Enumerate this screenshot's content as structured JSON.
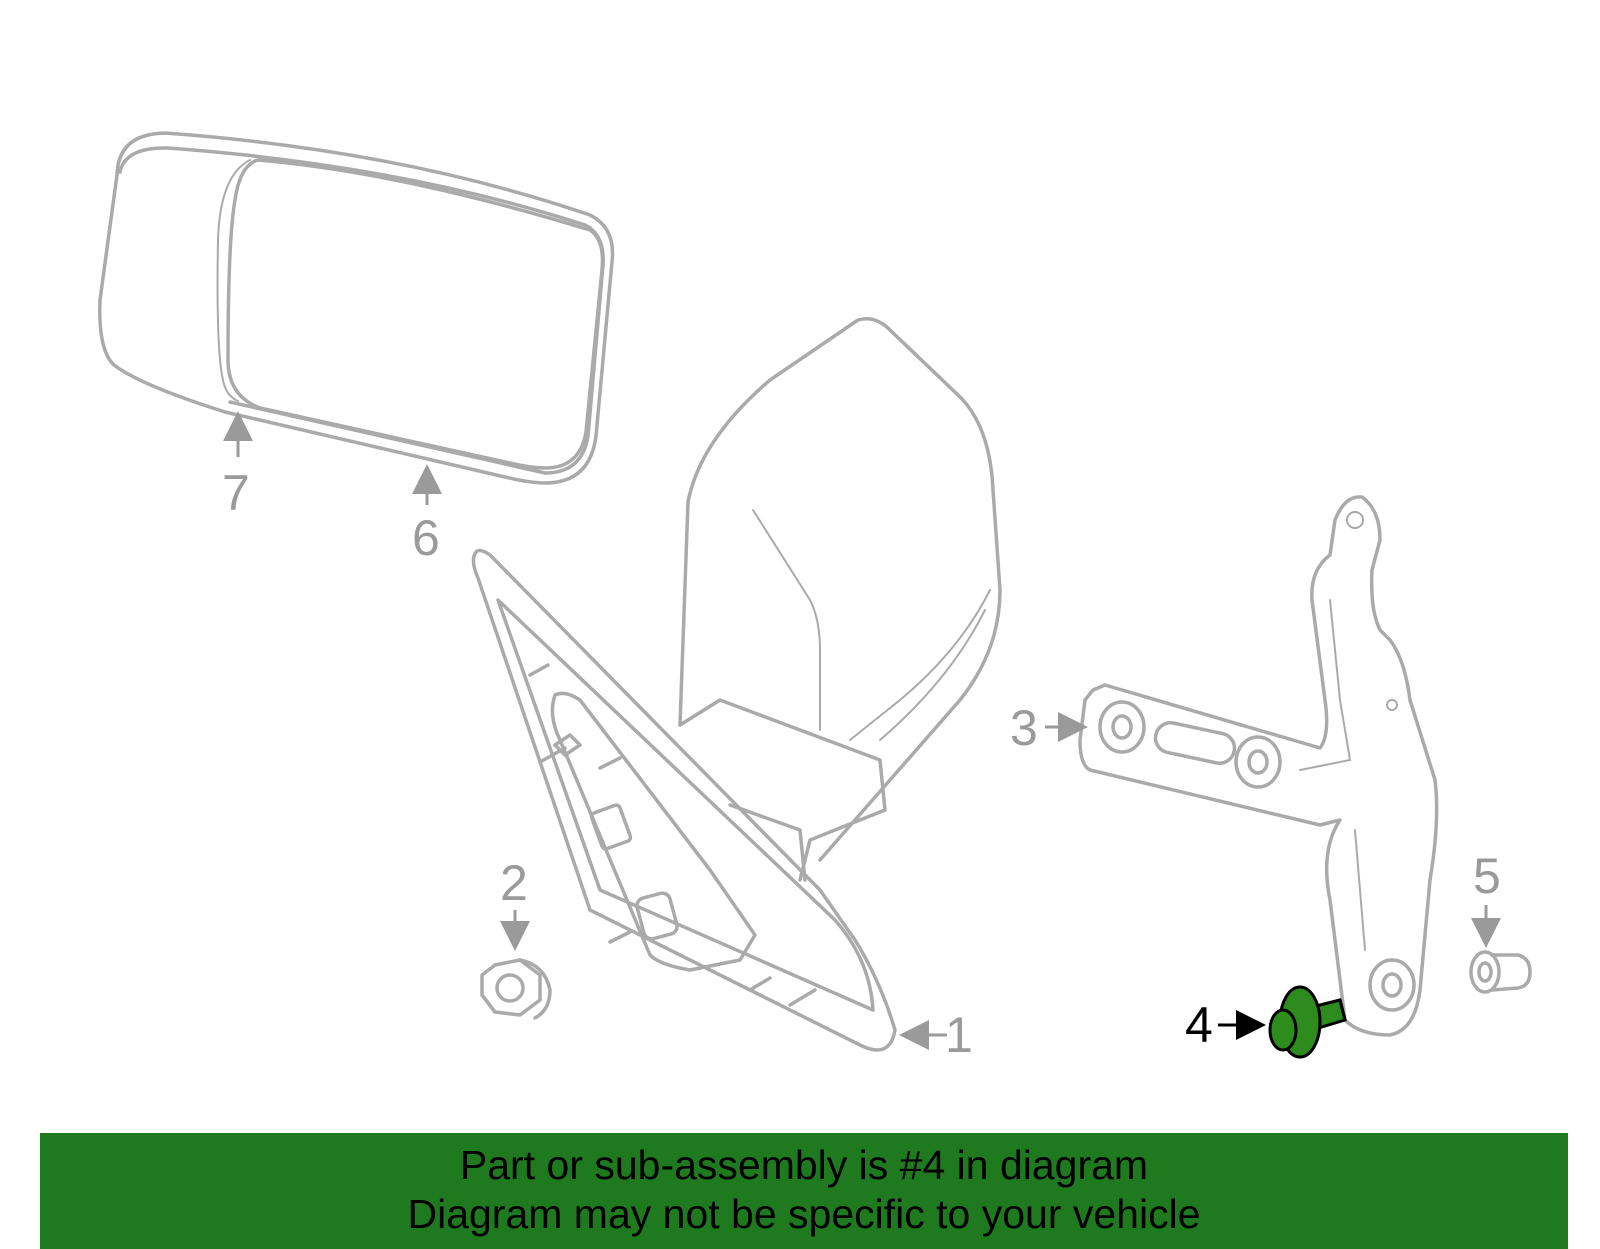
{
  "diagram": {
    "highlighted_part": "4",
    "highlight_color": "#2e8b1e",
    "line_color": "#aaaaaa",
    "callouts": [
      {
        "id": "1",
        "label": "1"
      },
      {
        "id": "2",
        "label": "2"
      },
      {
        "id": "3",
        "label": "3"
      },
      {
        "id": "4",
        "label": "4"
      },
      {
        "id": "5",
        "label": "5"
      },
      {
        "id": "6",
        "label": "6"
      },
      {
        "id": "7",
        "label": "7"
      }
    ]
  },
  "banner": {
    "line1": "Part or sub-assembly is #4 in diagram",
    "line2": "Diagram may not be specific to your vehicle",
    "background": "#1f7a1f"
  }
}
